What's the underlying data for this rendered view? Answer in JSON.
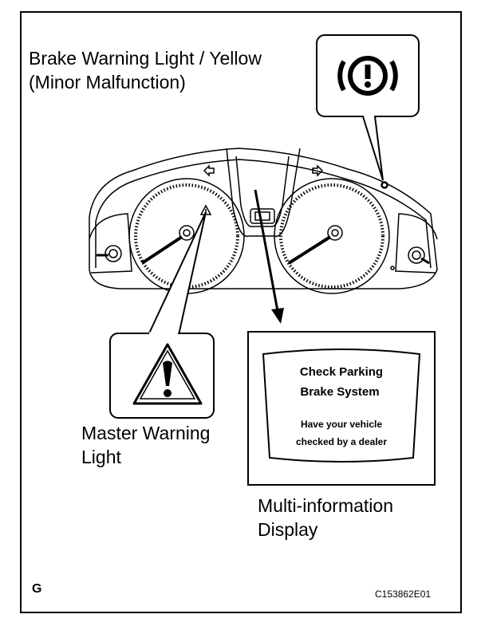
{
  "labels": {
    "brake_warning": "Brake Warning Light / Yellow\n(Minor Malfunction)",
    "master_warning": "Master Warning\nLight",
    "multi_info": "Multi-information\nDisplay"
  },
  "display": {
    "line1": "Check Parking",
    "line2": "Brake System",
    "line3": "Have your vehicle",
    "line4": "checked by a dealer"
  },
  "footer": {
    "corner_letter": "G",
    "figure_code": "C153862E01"
  }
}
